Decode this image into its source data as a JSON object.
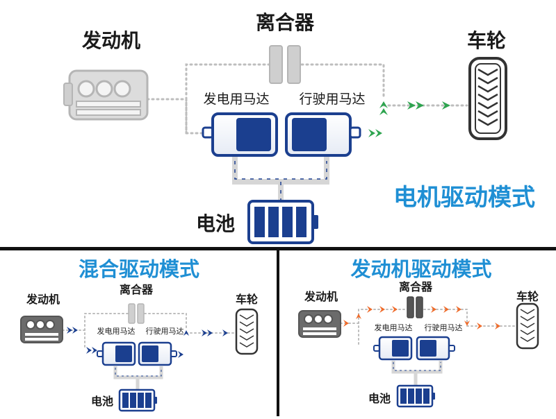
{
  "colors": {
    "blue": "#1b3f8f",
    "title_blue": "#1f8fd4",
    "green": "#2ea44f",
    "orange": "#ef6b2a",
    "gray": "#9a9a9a",
    "light_gray": "#d6d6d6"
  },
  "main": {
    "mode_title": "电机驱动模式",
    "engine_label": "发动机",
    "clutch_label": "离合器",
    "wheel_label": "车轮",
    "generator_label": "发电用马达",
    "drive_motor_label": "行驶用马达",
    "battery_label": "电池"
  },
  "hybrid": {
    "mode_title": "混合驱动模式",
    "engine_label": "发动机",
    "clutch_label": "离合器",
    "wheel_label": "车轮",
    "generator_label": "发电用马达",
    "drive_motor_label": "行驶用马达",
    "battery_label": "电池"
  },
  "engine_drive": {
    "mode_title": "发动机驱动模式",
    "engine_label": "发动机",
    "clutch_label": "离合器",
    "wheel_label": "车轮",
    "generator_label": "发电用马达",
    "drive_motor_label": "行驶用马达",
    "battery_label": "电池"
  },
  "icons": [
    "engine-icon",
    "clutch-icon",
    "generator-motor-icon",
    "drive-motor-icon",
    "battery-icon",
    "wheel-icon",
    "flow-arrow-icon"
  ]
}
